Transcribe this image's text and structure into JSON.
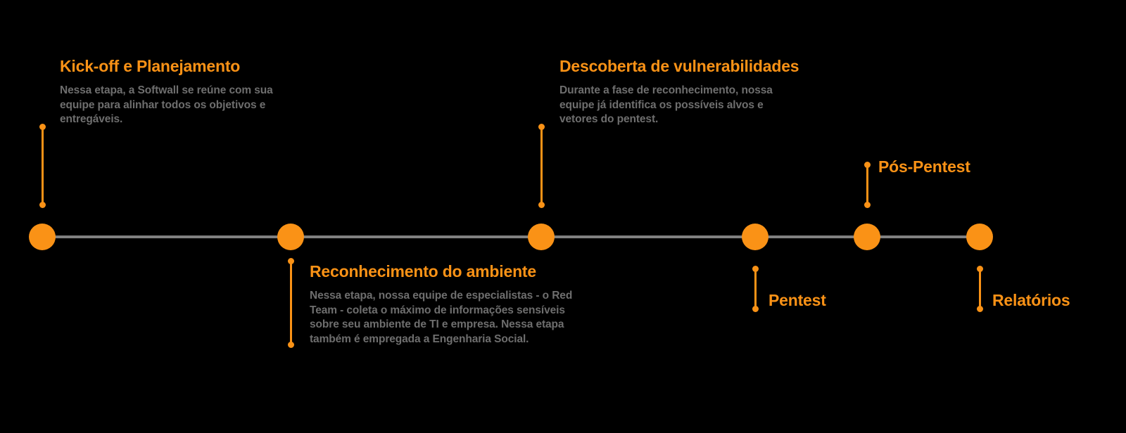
{
  "theme": {
    "background": "#000000",
    "accent": "#FA9216",
    "body_text": "#6E6E6E",
    "axis_line": "#808080"
  },
  "timeline": {
    "orientation": "horizontal",
    "node_count": 6,
    "stages": [
      {
        "id": "kickoff",
        "title": "Kick-off e Planejamento",
        "body": "Nessa etapa, a Softwall se reúne com sua equipe para alinhar todos os objetivos e entregáveis.",
        "side": "above",
        "has_body": true
      },
      {
        "id": "reconhecimento",
        "title": "Reconhecimento do ambiente",
        "body": "Nessa etapa, nossa equipe de especialistas - o Red Team - coleta o máximo de informações sensíveis sobre seu ambiente de TI e empresa. Nessa etapa também é empregada a Engenharia Social.",
        "side": "below",
        "has_body": true
      },
      {
        "id": "descoberta",
        "title": "Descoberta de vulnerabilidades",
        "body": "Durante a fase de reconhecimento, nossa equipe já identifica os possíveis alvos e vetores do pentest.",
        "side": "above",
        "has_body": true
      },
      {
        "id": "pentest",
        "title": "Pentest",
        "body": "",
        "side": "below",
        "has_body": false
      },
      {
        "id": "pos-pentest",
        "title": "Pós-Pentest",
        "body": "",
        "side": "above",
        "has_body": false
      },
      {
        "id": "relatorios",
        "title": "Relatórios",
        "body": "",
        "side": "below",
        "has_body": false
      }
    ]
  }
}
